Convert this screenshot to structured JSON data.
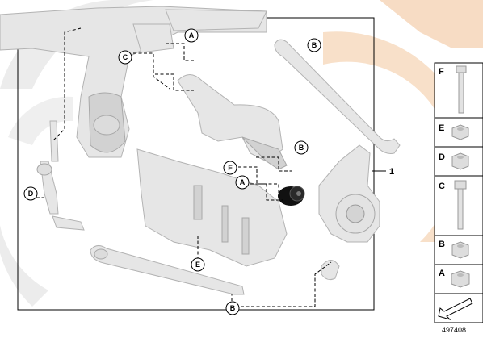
{
  "diagram": {
    "item_number": "1",
    "diagram_id": "497408",
    "callouts": {
      "a_top": "A",
      "a_mid": "A",
      "b_top": "B",
      "b_mid": "B",
      "b_bottom": "B",
      "c_top": "C",
      "d_left": "D",
      "e_bottom": "E",
      "f_mid": "F"
    },
    "side_panel": [
      {
        "letter": "F",
        "part": "bolt-long"
      },
      {
        "letter": "E",
        "part": "hex-nut"
      },
      {
        "letter": "D",
        "part": "flange-nut"
      },
      {
        "letter": "C",
        "part": "bolt-short"
      },
      {
        "letter": "B",
        "part": "self-locking-nut"
      },
      {
        "letter": "A",
        "part": "collar-nut"
      }
    ],
    "colors": {
      "watermark": "#f3cfb0",
      "watermark_grey": "#e9e9e9",
      "part_fill": "#e6e6e6",
      "bushing": "#111111",
      "frame": "#000000"
    }
  }
}
